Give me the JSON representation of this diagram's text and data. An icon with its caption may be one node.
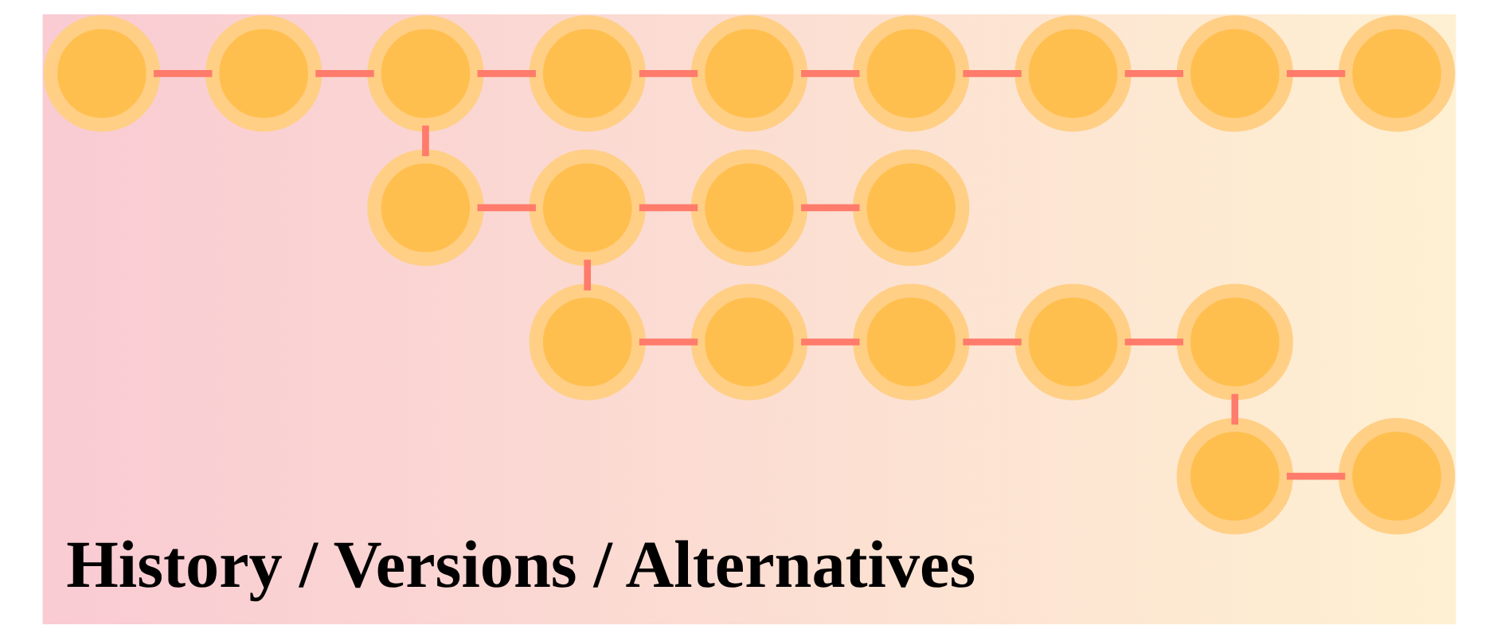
{
  "diagram": {
    "title": "History / Versions / Alternatives",
    "nodes": [
      {
        "text": [],
        "shape": "circle"
      },
      {
        "text": [],
        "shape": "circle"
      },
      {
        "text": [],
        "shape": "circle"
      },
      {
        "text": [],
        "shape": "circle"
      },
      {
        "text": [],
        "shape": "circle"
      },
      {
        "text": [],
        "shape": "circle"
      },
      {
        "text": [],
        "shape": "circle"
      },
      {
        "text": [],
        "shape": "circle"
      },
      {
        "text": [],
        "shape": "circle"
      },
      {
        "text": [],
        "shape": "circle"
      },
      {
        "text": [],
        "shape": "circle"
      },
      {
        "text": [],
        "shape": "circle"
      },
      {
        "text": [],
        "shape": "circle"
      },
      {
        "text": [],
        "shape": "circle"
      },
      {
        "text": [],
        "shape": "circle"
      },
      {
        "text": [],
        "shape": "circle"
      },
      {
        "text": [],
        "shape": "circle"
      },
      {
        "text": [],
        "shape": "circle"
      },
      {
        "text": [],
        "shape": "circle"
      },
      {
        "text": [],
        "shape": "circle"
      }
    ],
    "edges": [
      {
        "from": 0,
        "to": 1,
        "arrow": "none"
      },
      {
        "from": 1,
        "to": 2,
        "arrow": "none"
      },
      {
        "from": 2,
        "to": 3,
        "arrow": "none"
      },
      {
        "from": 3,
        "to": 4,
        "arrow": "none"
      },
      {
        "from": 4,
        "to": 5,
        "arrow": "none"
      },
      {
        "from": 5,
        "to": 6,
        "arrow": "none"
      },
      {
        "from": 6,
        "to": 7,
        "arrow": "none"
      },
      {
        "from": 7,
        "to": 8,
        "arrow": "none"
      },
      {
        "from": 2,
        "to": 9,
        "arrow": "none"
      },
      {
        "from": 9,
        "to": 10,
        "arrow": "none"
      },
      {
        "from": 10,
        "to": 11,
        "arrow": "none"
      },
      {
        "from": 11,
        "to": 12,
        "arrow": "none"
      },
      {
        "from": 10,
        "to": 13,
        "arrow": "none"
      },
      {
        "from": 13,
        "to": 14,
        "arrow": "none"
      },
      {
        "from": 14,
        "to": 15,
        "arrow": "none"
      },
      {
        "from": 15,
        "to": 16,
        "arrow": "none"
      },
      {
        "from": 16,
        "to": 17,
        "arrow": "none"
      },
      {
        "from": 17,
        "to": 18,
        "arrow": "none"
      },
      {
        "from": 18,
        "to": 19,
        "arrow": "none"
      }
    ]
  }
}
